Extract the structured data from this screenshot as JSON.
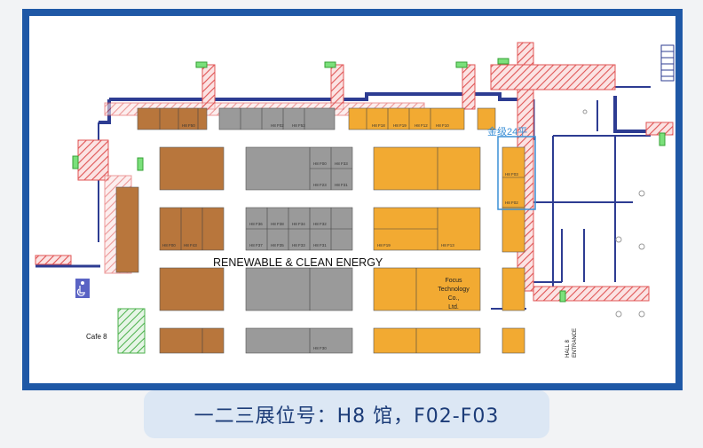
{
  "map": {
    "zone_label": "RENEWABLE & CLEAN ENERGY",
    "cafe_label": "Cafe 8",
    "hall_label_line1": "HALL 8",
    "hall_label_line2": "ENTRANCE",
    "gold_label": "金级24平",
    "focus_line1": "Focus",
    "focus_line2": "Technology",
    "focus_line3": "Co.,",
    "focus_line4": "Ltd.",
    "booth_f02": "H8 F02",
    "booth_f03": "H8 F03",
    "booth_codes": {
      "b1": "H8 F50",
      "b2": "H8 F02",
      "b3": "H8 F53",
      "b4": "H8 F18",
      "b5": "H8 F19",
      "b6": "H8 F12",
      "b7": "H8 F10",
      "b8": "H8 F00",
      "b9": "H8 F33",
      "b10": "H8 F23",
      "b11": "H8 F31",
      "b12": "H8 F36",
      "b13": "H8 F38",
      "b14": "H8 F34",
      "b15": "H8 F32",
      "b16": "H8 F37",
      "b17": "H8 F35",
      "b18": "H8 F33",
      "b19": "H8 F31",
      "b20": "H8 F19",
      "b21": "H8 F13",
      "b22": "H8 F00",
      "b23": "H8 F43",
      "b24": "H8 F30"
    }
  },
  "caption": "一二三展位号：H8 馆，F02-F03",
  "colors": {
    "frame": "#1f58a6",
    "brown_booth": "#b8763c",
    "gray_booth": "#9a9a9a",
    "orange_booth": "#f2aa32",
    "hatch": "#e05555",
    "wall": "#2d3c92",
    "highlight": "#3a8fd6",
    "caption_bg": "#dce7f4",
    "caption_text": "#1c3c78"
  }
}
